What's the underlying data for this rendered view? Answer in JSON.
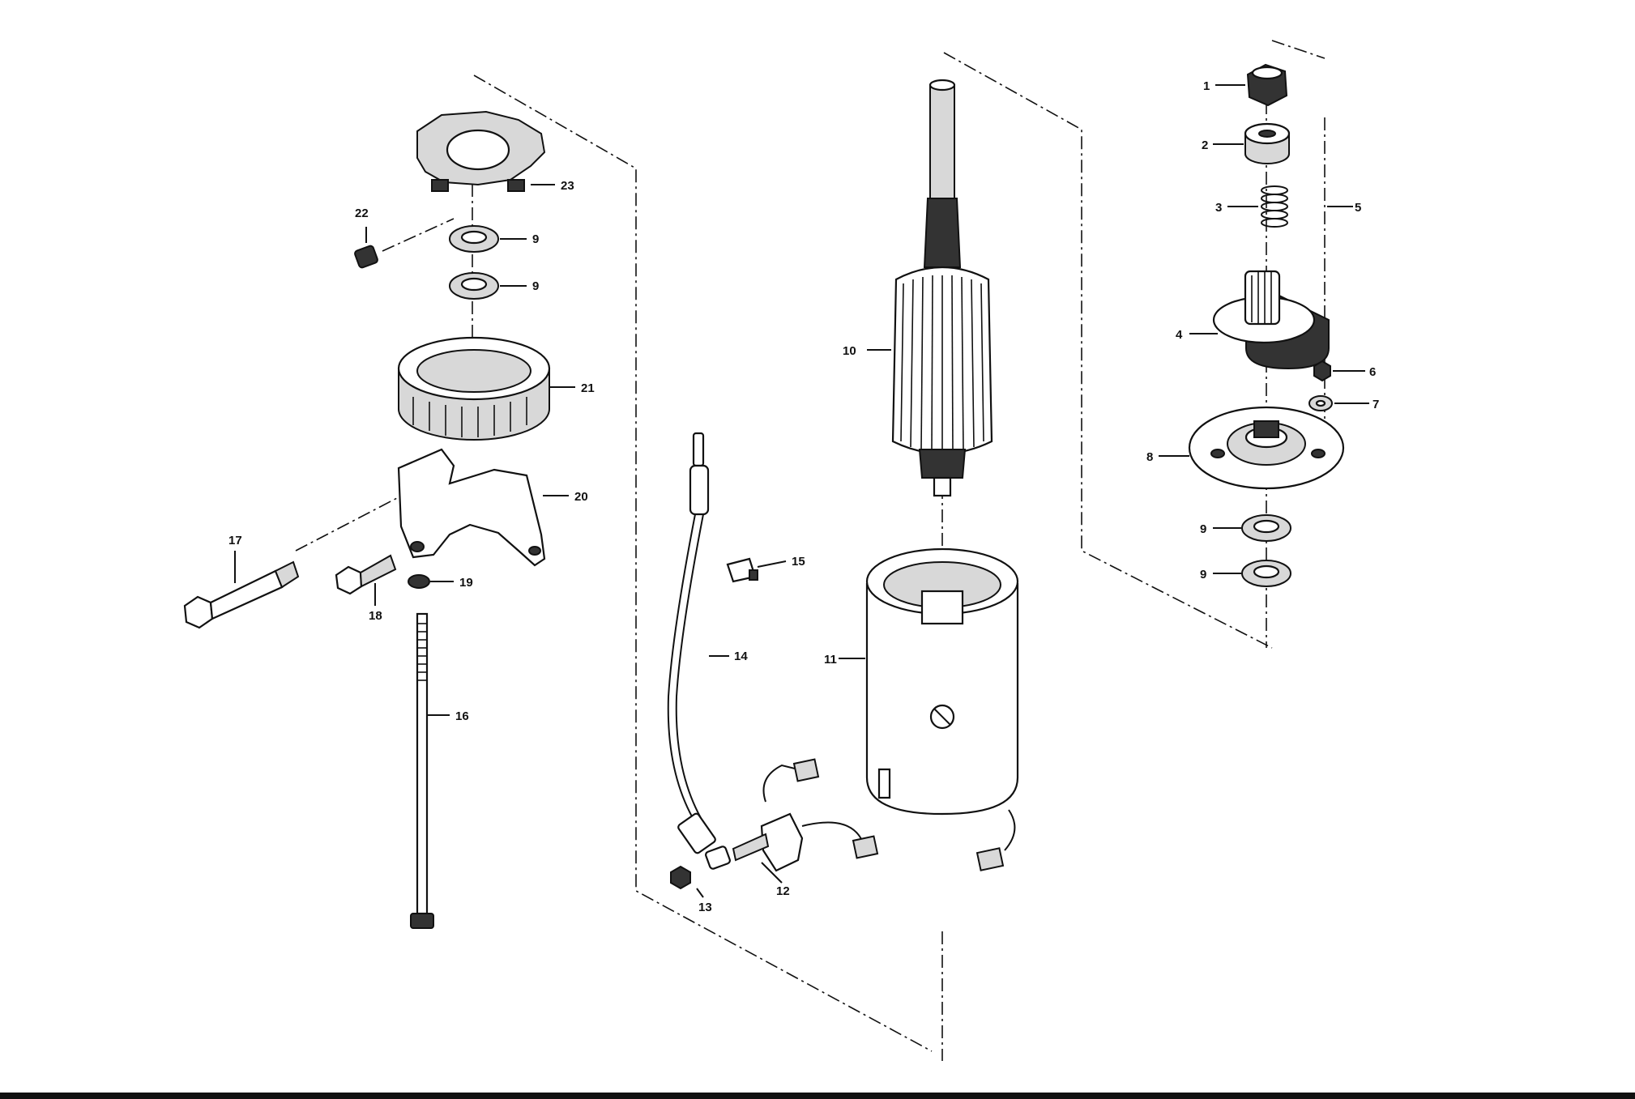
{
  "diagram": {
    "type": "exploded-parts-diagram",
    "callouts": [
      "1",
      "2",
      "3",
      "4",
      "5",
      "6",
      "7",
      "8",
      "9",
      "9",
      "9",
      "9",
      "10",
      "11",
      "12",
      "13",
      "14",
      "15",
      "16",
      "17",
      "18",
      "19",
      "20",
      "21",
      "22",
      "23"
    ],
    "colors": {
      "ink": "#111111",
      "paper": "#ffffff"
    }
  }
}
